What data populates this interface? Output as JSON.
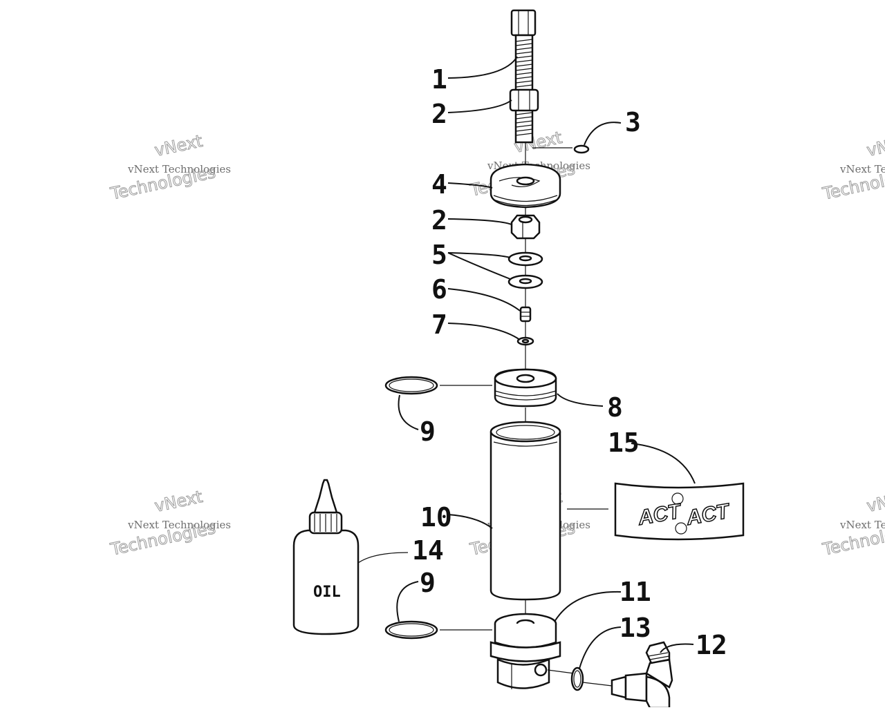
{
  "diagram": {
    "callouts": [
      {
        "id": "c1",
        "label": "1"
      },
      {
        "id": "c2a",
        "label": "2"
      },
      {
        "id": "c3",
        "label": "3"
      },
      {
        "id": "c4",
        "label": "4"
      },
      {
        "id": "c2b",
        "label": "2"
      },
      {
        "id": "c5",
        "label": "5"
      },
      {
        "id": "c6",
        "label": "6"
      },
      {
        "id": "c7",
        "label": "7"
      },
      {
        "id": "c8",
        "label": "8"
      },
      {
        "id": "c9a",
        "label": "9"
      },
      {
        "id": "c15",
        "label": "15"
      },
      {
        "id": "c10",
        "label": "10"
      },
      {
        "id": "c14",
        "label": "14"
      },
      {
        "id": "c9b",
        "label": "9"
      },
      {
        "id": "c11",
        "label": "11"
      },
      {
        "id": "c13",
        "label": "13"
      },
      {
        "id": "c12",
        "label": "12"
      }
    ],
    "bottle_label": "OIL",
    "decal_text": "ACT",
    "watermark": {
      "line1": "vNext",
      "line2": "vNext Technologies",
      "line3": "Technologies"
    }
  }
}
